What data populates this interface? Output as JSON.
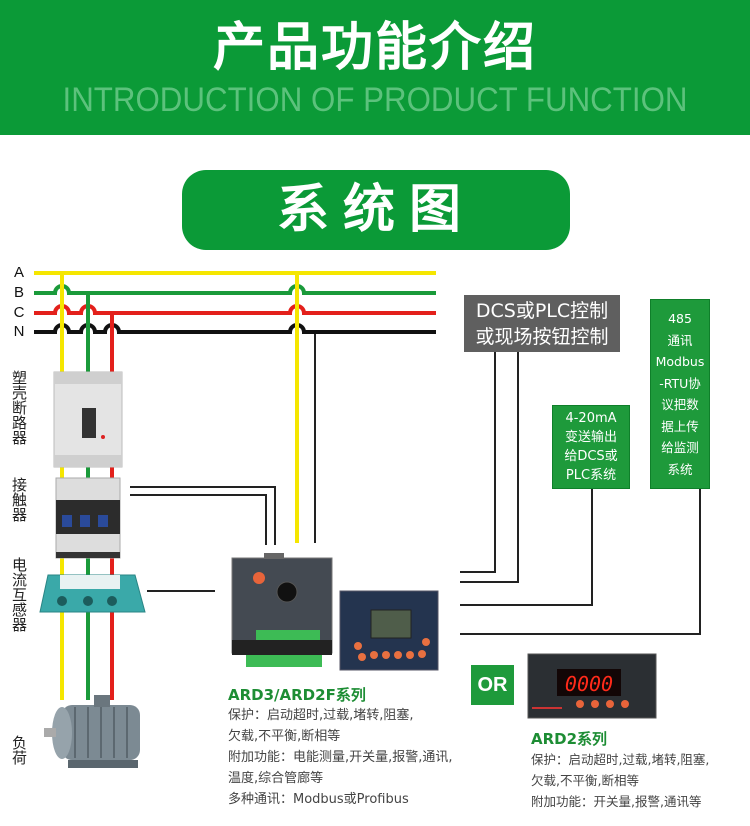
{
  "header": {
    "title": "产品功能介绍",
    "subtitle": "INTRODUCTION OF PRODUCT FUNCTION"
  },
  "section_title": "系统图",
  "phases": [
    "A",
    "B",
    "C",
    "N"
  ],
  "components": {
    "breaker": "塑壳断路器",
    "contactor": "接触器",
    "ct": "电流互感器",
    "load": "负荷"
  },
  "control_box": {
    "lines": [
      "DCS或PLC控制",
      "或现场按钮控制"
    ]
  },
  "analog_box": {
    "lines": [
      "4-20mA",
      "变送输出",
      "给DCS或",
      "PLC系统"
    ]
  },
  "comm_box": {
    "lines": [
      "485",
      "通讯",
      "Modbus",
      "-RTU协",
      "议把数",
      "据上传",
      "给监测",
      "系统"
    ]
  },
  "or_label": "OR",
  "ard3": {
    "name": "ARD3/ARD2F系列",
    "lines": [
      "保护：启动超时,过载,堵转,阻塞,",
      "欠载,不平衡,断相等",
      "附加功能：电能测量,开关量,报警,通讯,",
      "温度,综合管廊等",
      "多种通讯：Modbus或Profibus"
    ]
  },
  "ard2": {
    "name": "ARD2系列",
    "display": "0000",
    "lines": [
      "保护：启动超时,过载,堵转,阻塞,",
      "欠载,不平衡,断相等",
      "附加功能：开关量,报警,通讯等"
    ]
  },
  "colors": {
    "green": "#0b9a37",
    "yellow": "#f5e600",
    "wire_green": "#1a9a3a",
    "red": "#e3201b",
    "black": "#111111"
  }
}
